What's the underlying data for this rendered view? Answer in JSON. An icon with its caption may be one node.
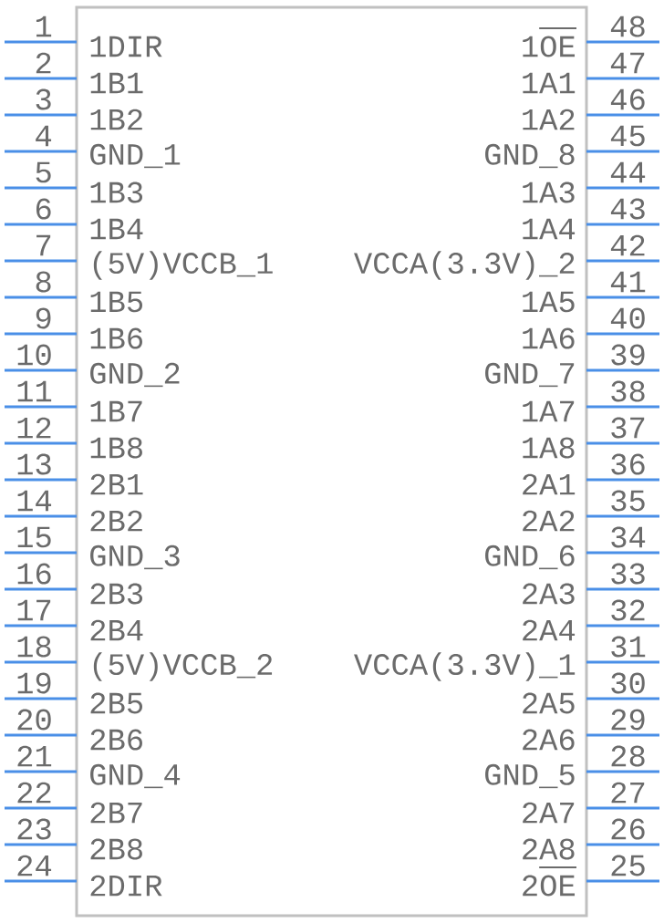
{
  "diagram": {
    "nodes": [
      {
        "text": [],
        "shape": "box"
      }
    ],
    "edges": [],
    "labels": [
      "1",
      "1DIR",
      "1OE",
      "48",
      "2",
      "1B1",
      "1A1",
      "47",
      "3",
      "1B2",
      "1A2",
      "46",
      "4",
      "GND_1",
      "GND_8",
      "45",
      "5",
      "1B3",
      "1A3",
      "44",
      "6",
      "1B4",
      "1A4",
      "43",
      "7",
      "(5V)VCCB_1",
      "VCCA(3.3V)_2",
      "42",
      "8",
      "1B5",
      "1A5",
      "41",
      "9",
      "1B6",
      "1A6",
      "40",
      "10",
      "GND_2",
      "GND_7",
      "39",
      "11",
      "1B7",
      "1A7",
      "38",
      "12",
      "1B8",
      "1A8",
      "37",
      "13",
      "2B1",
      "2A1",
      "36",
      "14",
      "2B2",
      "2A2",
      "35",
      "15",
      "GND_3",
      "GND_6",
      "34",
      "16",
      "2B3",
      "2A3",
      "33",
      "17",
      "2B4",
      "2A4",
      "32",
      "18",
      "(5V)VCCB_2",
      "VCCA(3.3V)_1",
      "31",
      "19",
      "2B5",
      "2A5",
      "30",
      "20",
      "2B6",
      "2A6",
      "29",
      "21",
      "GND_4",
      "GND_5",
      "28",
      "22",
      "2B7",
      "2A7",
      "27",
      "23",
      "2B8",
      "2A8",
      "26",
      "24",
      "2DIR",
      "2OE",
      "25"
    ]
  }
}
